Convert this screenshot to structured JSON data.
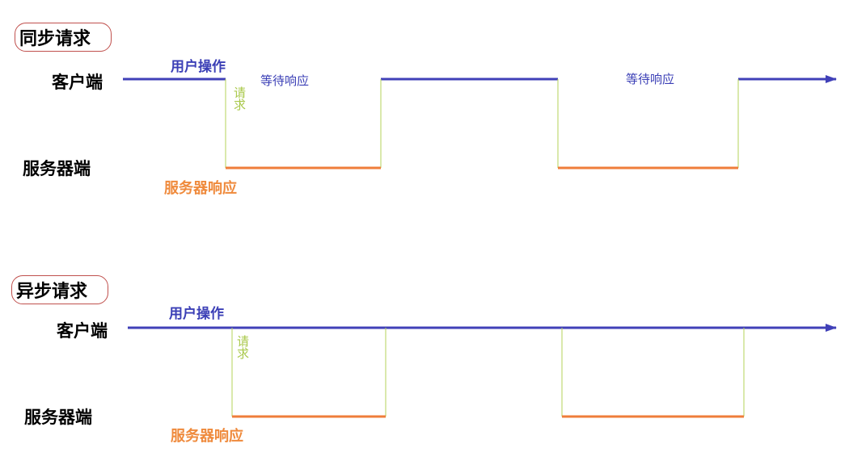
{
  "sync": {
    "title": "同步请求",
    "client_label": "客户端",
    "server_label": "服务器端",
    "user_action": "用户操作",
    "request": "请求",
    "wait_1": "等待响应",
    "wait_2": "等待响应",
    "server_response": "服务器响应"
  },
  "async": {
    "title": "异步请求",
    "client_label": "客户端",
    "server_label": "服务器端",
    "user_action": "用户操作",
    "request": "请求",
    "server_response": "服务器响应"
  },
  "colors": {
    "client_line": "#4040b8",
    "server_line": "#ef7d3a",
    "connector": "#b5d35a",
    "title_circle": "#c0504d"
  }
}
